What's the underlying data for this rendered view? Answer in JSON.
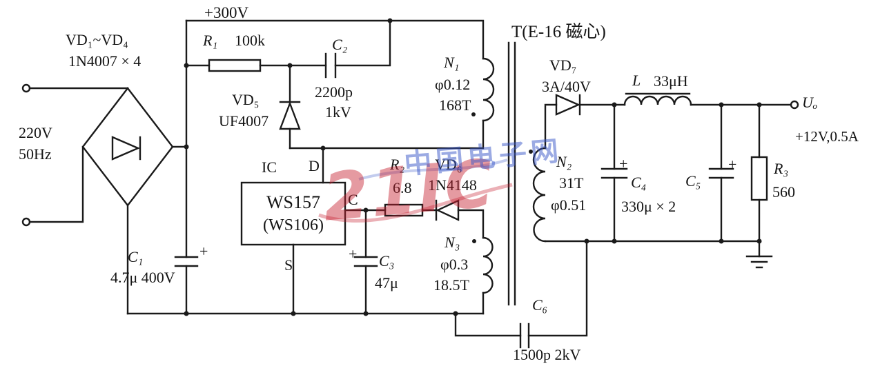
{
  "diagram": {
    "type": "schematic",
    "description": "Flyback switching power supply based on WS157 (WS106): 220V 50Hz AC input, +300V DC bus, +12V 0.5A output"
  },
  "labels": {
    "supply": "+300V",
    "bridge": {
      "name": "VD₁~VD₄",
      "value": "1N4007 × 4"
    },
    "input": {
      "voltage": "220V",
      "frequency": "50Hz"
    },
    "r1": {
      "name": "R₁",
      "value": "100k"
    },
    "c2": {
      "name": "C₂",
      "value1": "2200p",
      "value2": "1kV"
    },
    "vd5": {
      "name": "VD₅",
      "value": "UF4007"
    },
    "c1": {
      "name": "C₁",
      "value": "4.7μ 400V",
      "plus": "+"
    },
    "c3": {
      "name": "C₃",
      "value": "47μ",
      "plus": "+"
    },
    "r2": {
      "name": "R₂",
      "value": "6.8"
    },
    "vd6": {
      "name": "VD₆",
      "value": "1N4148"
    },
    "c6": {
      "name": "C₆",
      "value": "1500p 2kV"
    }
  },
  "ic": {
    "name": "WS157",
    "alt": "(WS106)",
    "pins": {
      "ic": "IC",
      "d": "D",
      "c": "C",
      "s": "S"
    }
  },
  "transformer": {
    "label": "T(E-16 磁心)",
    "n1": {
      "name": "N₁",
      "wire": "φ0.12",
      "turns": "168T"
    },
    "n2": {
      "name": "N₂",
      "turns": "31T",
      "wire": "φ0.51"
    },
    "n3": {
      "name": "N₃",
      "wire": "φ0.3",
      "turns": "18.5T"
    }
  },
  "secondary": {
    "vd7": {
      "name": "VD₇",
      "value": "3A/40V"
    },
    "l": {
      "name": "L",
      "value": "33μH"
    },
    "c4": {
      "name": "C₄",
      "plus": "+"
    },
    "c45_value": "330μ × 2",
    "c5": {
      "name": "C₅",
      "plus": "+"
    },
    "r3": {
      "name": "R₃",
      "value": "560"
    },
    "output": {
      "name": "Uₒ",
      "value": "+12V,0.5A"
    }
  },
  "watermark": {
    "brand": "21IC",
    "site": "中国电子网"
  },
  "colors": {
    "wire": "#1a1a1a",
    "background": "#ffffff",
    "watermark_red": "#c61e2e",
    "watermark_blue": "#3856c8"
  }
}
